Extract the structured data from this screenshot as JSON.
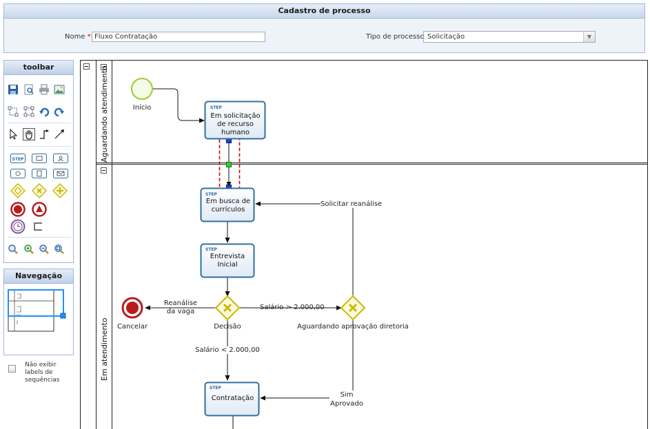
{
  "header": {
    "title": "Cadastro de processo",
    "name_label": "Nome ",
    "name_value": "Fluxo Contratação",
    "type_label": "Tipo de processo ",
    "type_value": "Solicitação",
    "required_mark": "*:"
  },
  "toolbar": {
    "title": "toolbar",
    "tools": [
      "save-icon",
      "print-preview-icon",
      "print-icon",
      "export-image-icon",
      "select-area-icon",
      "group-icon",
      "undo-icon",
      "redo-icon",
      "pointer-icon",
      "pan-hand-icon",
      "orthogonal-connector-icon",
      "straight-connector-icon",
      "step-task-icon",
      "manual-task-icon",
      "user-task-icon",
      "service-task-icon",
      "script-task-icon",
      "message-task-icon",
      "gateway-icon",
      "exclusive-gateway-icon",
      "parallel-gateway-icon",
      "end-event-icon",
      "error-event-icon",
      "timer-event-icon",
      "annotation-icon",
      "zoom-icon",
      "zoom-in-icon",
      "zoom-out-icon",
      "zoom-fit-icon"
    ]
  },
  "navigation": {
    "title": "Navegação"
  },
  "options": {
    "hide_labels": "Não exibir labels de sequências"
  },
  "diagram": {
    "lanes": [
      {
        "title": "Aguardando atendimento"
      },
      {
        "title": "Em atendimento"
      }
    ],
    "start_event": "Início",
    "tasks": [
      {
        "tag": "STEP",
        "label": "Em solicitação de recurso humano"
      },
      {
        "tag": "STEP",
        "label": "Em busca de currículos"
      },
      {
        "tag": "STEP",
        "label": "Entrevista Inicial"
      },
      {
        "tag": "STEP",
        "label": "Contratação"
      }
    ],
    "gateways": [
      {
        "label": "Decisão"
      },
      {
        "label": "Aguardando aprovação diretoria"
      }
    ],
    "end_event": "Cancelar",
    "flows": {
      "reanalise_vaga": "Reanálise da vaga",
      "salario_maior": "Salário > 2.000,00",
      "salario_menor": "Salário < 2.000,00",
      "solicitar_reanalise": "Solicitar reanálise",
      "sim_aprovado": "Sim Aprovado"
    }
  },
  "colors": {
    "panel_border": "#9fb8d6",
    "task_border": "#2f6f9f",
    "start_event": "#9acd32",
    "end_event": "#b71c1c",
    "gateway": "#c9b800",
    "selection": "#d40000"
  }
}
